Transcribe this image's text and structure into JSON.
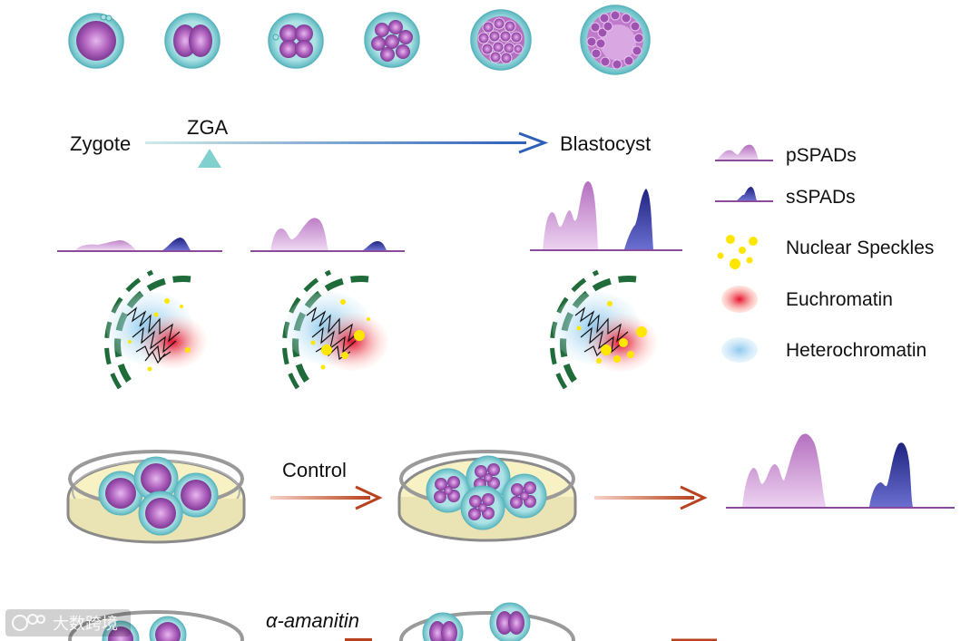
{
  "timeline": {
    "start_label": "Zygote",
    "zga_label": "ZGA",
    "end_label": "Blastocyst"
  },
  "legend": {
    "items": [
      {
        "key": "pspads",
        "label": "pSPADs",
        "color": "#b56fc0"
      },
      {
        "key": "sspads",
        "label": "sSPADs",
        "color": "#2a2d8f"
      },
      {
        "key": "speckles",
        "label": "Nuclear Speckles",
        "color": "#ffe600"
      },
      {
        "key": "euchromatin",
        "label": "Euchromatin",
        "color": "#e8283a"
      },
      {
        "key": "heterochromatin",
        "label": "Heterochromatin",
        "color": "#8ecdf0"
      }
    ]
  },
  "experiment": {
    "control_label": "Control",
    "treatment_label": "α-amanitin"
  },
  "watermark": {
    "text": "大数跨境"
  },
  "colors": {
    "arrow_blue": "#2f5fb8",
    "arrow_red": "#b8421f",
    "nuclear_membrane": "#1f6b3a",
    "cell_outer": "#8ed3d8",
    "cell_inner": "#a75cb2",
    "dish_fill": "#f7f1c4"
  }
}
